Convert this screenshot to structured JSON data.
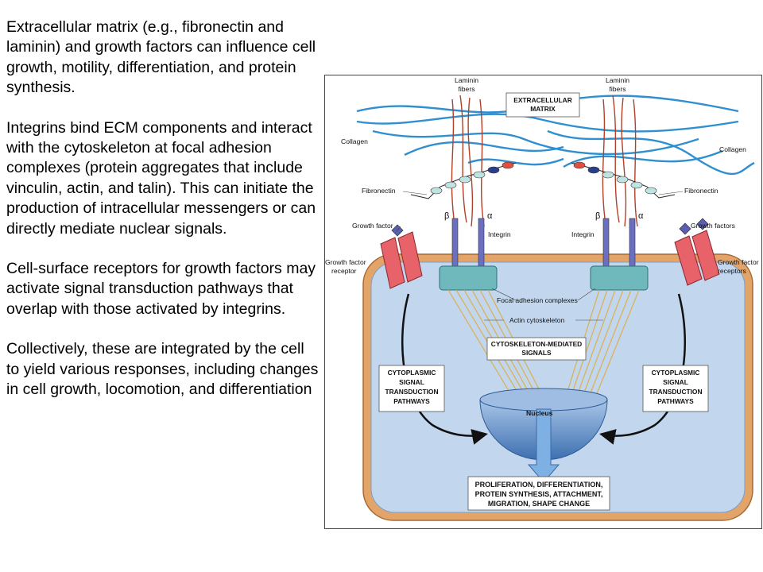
{
  "text": {
    "p1": "Extracellular matrix (e.g., fibronectin and laminin) and growth factors can influence cell growth, motility, differentiation, and protein synthesis.",
    "p2": "Integrins bind ECM components and interact with the cytoskeleton at focal adhesion complexes (protein aggregates that include vinculin, actin, and talin). This can initiate the production of intracellular messengers or can directly mediate nuclear signals.",
    "p3": "Cell-surface receptors for growth factors may activate signal transduction pathways that overlap with those activated by integrins.",
    "p4": "Collectively, these are integrated by the cell to yield various responses, including changes in cell growth, locomotion, and differentiation"
  },
  "diagram": {
    "laminin_left": [
      "Laminin",
      "fibers"
    ],
    "laminin_right": [
      "Laminin",
      "fibers"
    ],
    "ecm_box": [
      "EXTRACELLULAR",
      "MATRIX"
    ],
    "collagen_left": "Collagen",
    "collagen_right": "Collagen",
    "fibronectin_left": "Fibronectin",
    "fibronectin_right": "Fibronectin",
    "beta_left": "β",
    "alpha_left": "α",
    "beta_right": "β",
    "alpha_right": "α",
    "integrin_left": "Integrin",
    "integrin_right": "Integrin",
    "growth_factor_left": "Growth factor",
    "growth_factors_right": "Growth factors",
    "gf_receptor_left": [
      "Growth factor",
      "receptor"
    ],
    "gf_receptors_right": [
      "Growth factor",
      "receptors"
    ],
    "focal_adhesion": "Focal adhesion complexes",
    "actin": "Actin cytoskeleton",
    "cyto_signals": [
      "CYTOSKELETON-MEDIATED",
      "SIGNALS"
    ],
    "cyto_left": [
      "CYTOPLASMIC",
      "SIGNAL",
      "TRANSDUCTION",
      "PATHWAYS"
    ],
    "cyto_right": [
      "CYTOPLASMIC",
      "SIGNAL",
      "TRANSDUCTION",
      "PATHWAYS"
    ],
    "nucleus": "Nucleus",
    "responses": [
      "PROLIFERATION, DIFFERENTIATION,",
      "PROTEIN SYNTHESIS, ATTACHMENT,",
      "MIGRATION, SHAPE CHANGE"
    ]
  },
  "colors": {
    "collagen": "#2f8fd0",
    "laminin": "#b0402a",
    "cytoplasm": "#c2d7ee",
    "membrane": "#e3a46a",
    "focal": "#6fb9bd",
    "receptor": "#e8626a",
    "nucleus": "#6e9ccf"
  }
}
